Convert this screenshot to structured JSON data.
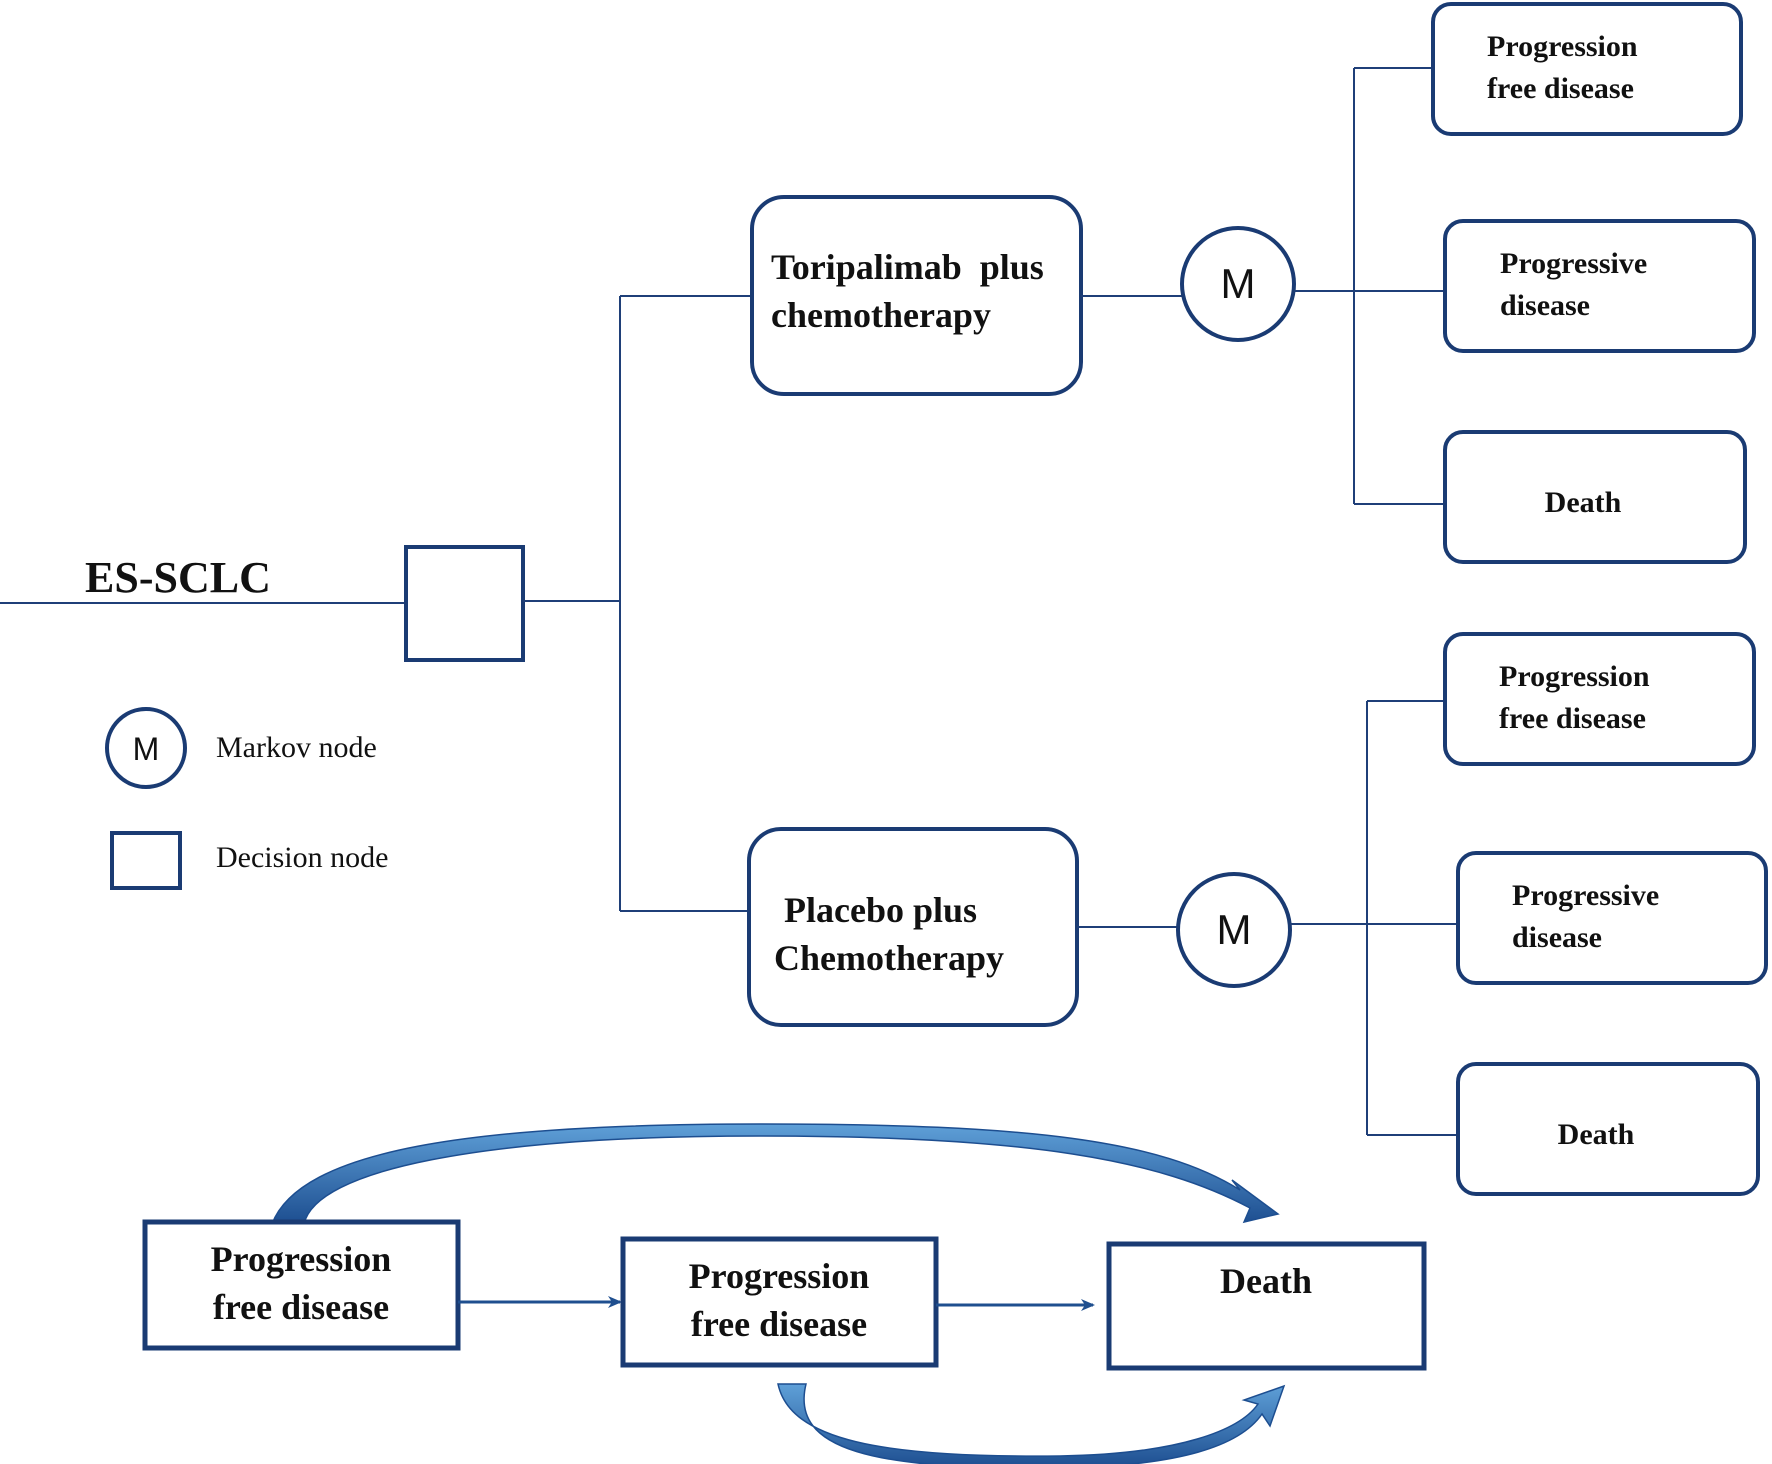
{
  "root": {
    "label": "ES-SCLC"
  },
  "legend": {
    "markov_symbol": "M",
    "markov_label": "Markov node",
    "decision_label": "Decision node"
  },
  "arms": [
    {
      "line1": "Toripalimab  plus",
      "line2": "chemotherapy",
      "markov": "M",
      "states": [
        {
          "line1": "Progression",
          "line2": "free disease"
        },
        {
          "line1": "Progressive",
          "line2": "disease"
        },
        {
          "line1": "Death",
          "line2": ""
        }
      ]
    },
    {
      "line1": "Placebo plus",
      "line2": "Chemotherapy",
      "markov": "M",
      "states": [
        {
          "line1": "Progression",
          "line2": "free disease"
        },
        {
          "line1": "Progressive",
          "line2": "disease"
        },
        {
          "line1": "Death",
          "line2": ""
        }
      ]
    }
  ],
  "transition": {
    "states": [
      {
        "line1": "Progression",
        "line2": "free disease"
      },
      {
        "line1": "Progression",
        "line2": "free disease"
      },
      {
        "line1": "Death",
        "line2": ""
      }
    ]
  },
  "colors": {
    "box_stroke": "#1a3b73",
    "arrow": "#1f4f8f"
  }
}
